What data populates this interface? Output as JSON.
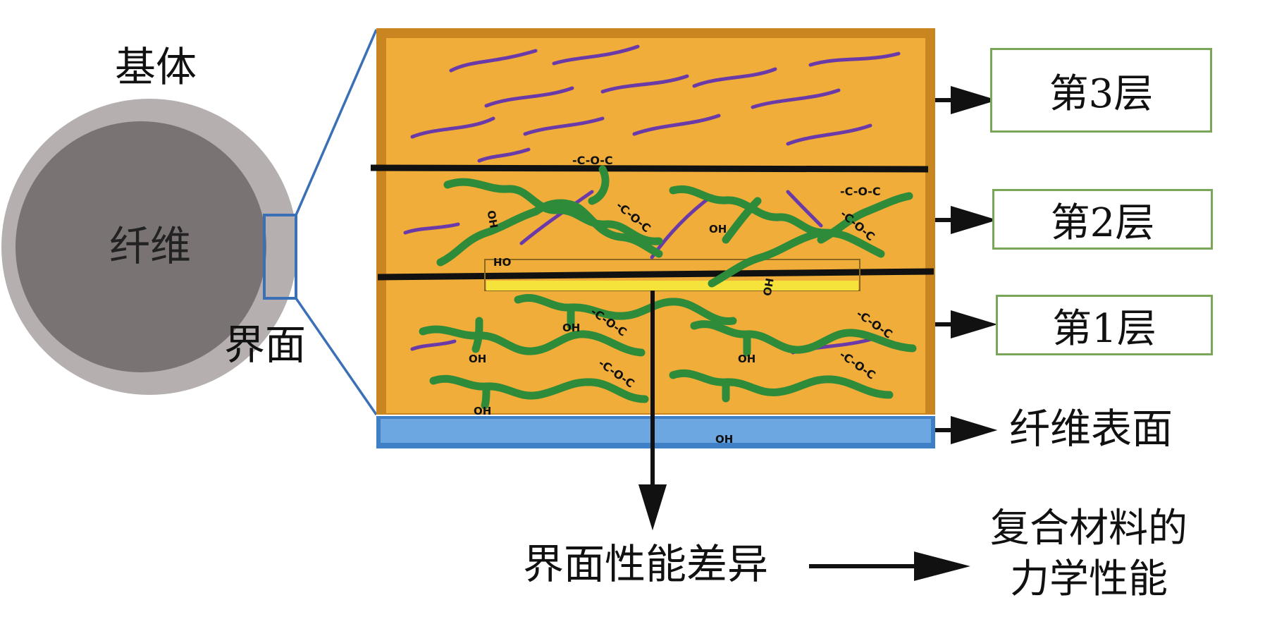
{
  "left_figure": {
    "matrix_label": "基体",
    "fiber_label": "纤维",
    "interface_label": "界面"
  },
  "layers": {
    "layer3": "第3层",
    "layer2": "第2层",
    "layer1": "第1层",
    "fiber_surface": "纤维表面"
  },
  "groups": {
    "hydroxyl": "OH",
    "ether": "-C-O-C"
  },
  "bottom": {
    "difference": "界面性能差异",
    "mechanical_line1": "复合材料的",
    "mechanical_line2": "力学性能"
  },
  "colors": {
    "matrix_ring": "#b5b0af",
    "fiber_core": "#7a7374",
    "zoom_box": "#3b6fb6",
    "resin": "#f0ad3a",
    "resin_border": "#c9851f",
    "fiber_surface_band": "#5b97d8",
    "green_chain": "#2e8b3a",
    "purple_chain": "#6a3aa8",
    "interface_highlight": "#f5e23a",
    "label_border": "#7aa65a"
  }
}
